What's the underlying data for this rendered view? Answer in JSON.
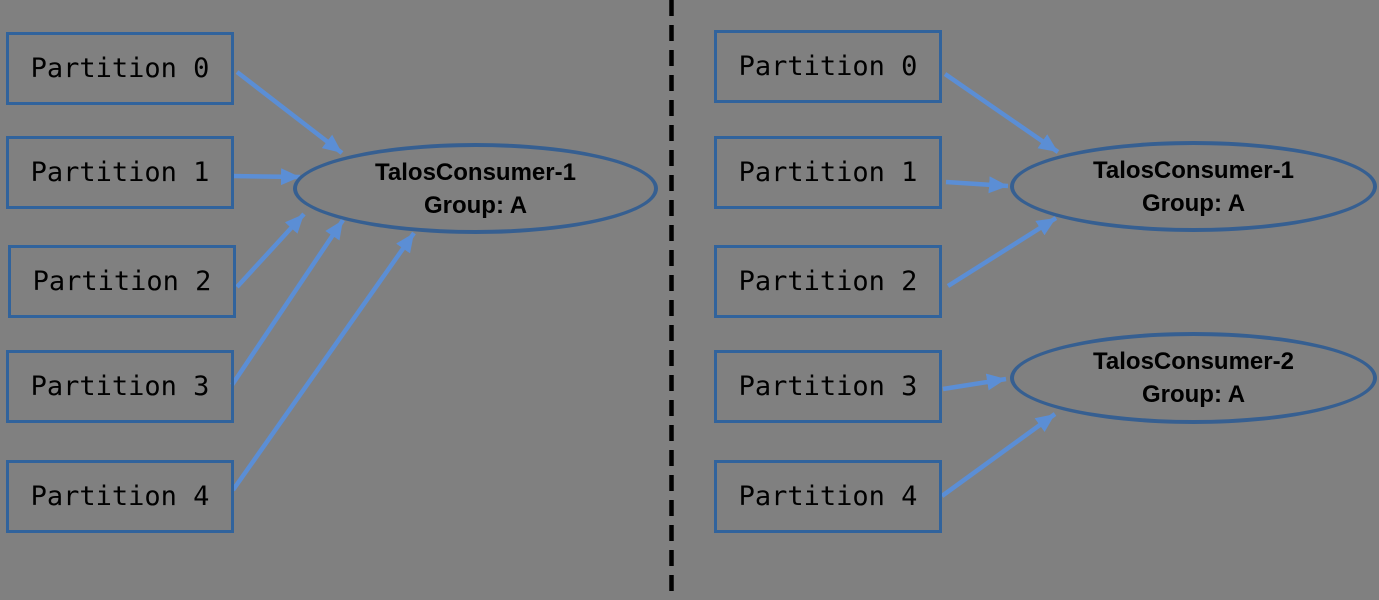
{
  "colors": {
    "background": "#808080",
    "box_border": "#31639c",
    "ellipse_border": "#365f91",
    "arrow": "#5b8ed5",
    "divider": "#000000",
    "text": "#000000"
  },
  "divider": {
    "style": "dashed-vertical"
  },
  "left_panel": {
    "partitions": [
      {
        "label": "Partition 0"
      },
      {
        "label": "Partition 1"
      },
      {
        "label": "Partition 2"
      },
      {
        "label": "Partition 3"
      },
      {
        "label": "Partition 4"
      }
    ],
    "consumers": [
      {
        "name": "TalosConsumer-1",
        "group": "Group: A"
      }
    ],
    "edges": [
      {
        "from": "Partition 0",
        "to": "TalosConsumer-1"
      },
      {
        "from": "Partition 1",
        "to": "TalosConsumer-1"
      },
      {
        "from": "Partition 2",
        "to": "TalosConsumer-1"
      },
      {
        "from": "Partition 3",
        "to": "TalosConsumer-1"
      },
      {
        "from": "Partition 4",
        "to": "TalosConsumer-1"
      }
    ]
  },
  "right_panel": {
    "partitions": [
      {
        "label": "Partition 0"
      },
      {
        "label": "Partition 1"
      },
      {
        "label": "Partition 2"
      },
      {
        "label": "Partition 3"
      },
      {
        "label": "Partition 4"
      }
    ],
    "consumers": [
      {
        "name": "TalosConsumer-1",
        "group": "Group: A"
      },
      {
        "name": "TalosConsumer-2",
        "group": "Group: A"
      }
    ],
    "edges": [
      {
        "from": "Partition 0",
        "to": "TalosConsumer-1"
      },
      {
        "from": "Partition 1",
        "to": "TalosConsumer-1"
      },
      {
        "from": "Partition 2",
        "to": "TalosConsumer-1"
      },
      {
        "from": "Partition 3",
        "to": "TalosConsumer-2"
      },
      {
        "from": "Partition 4",
        "to": "TalosConsumer-2"
      }
    ]
  }
}
